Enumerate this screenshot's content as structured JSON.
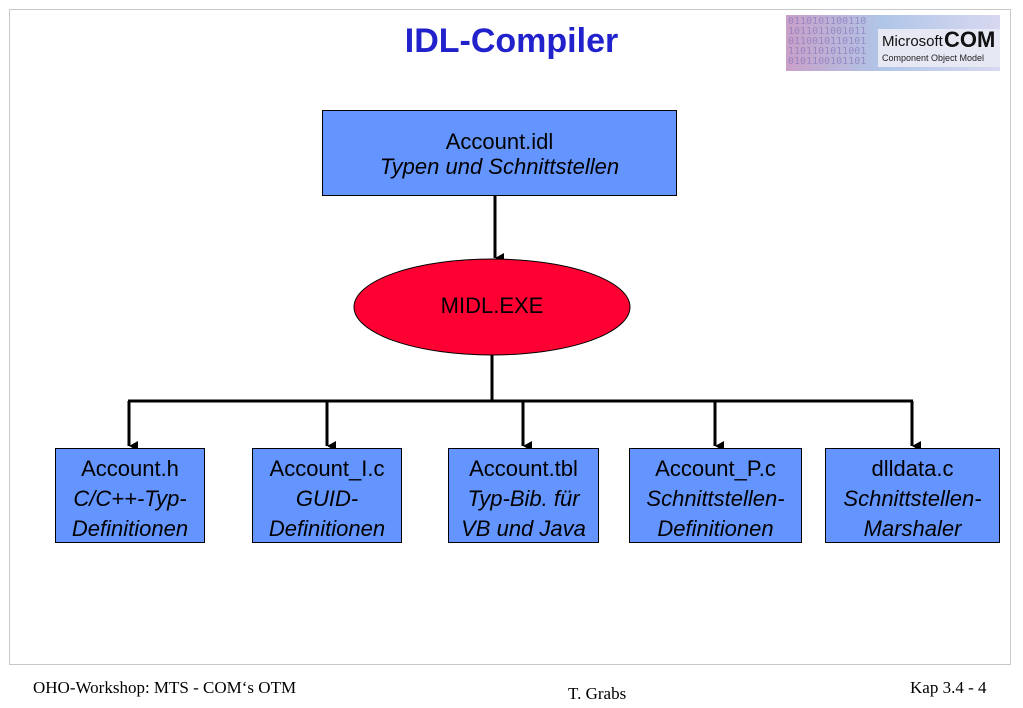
{
  "slide": {
    "title": "IDL-Compiler",
    "logo": {
      "brand": "Microsoft",
      "product": "COM",
      "caption": "Component Object Model"
    }
  },
  "diagram": {
    "source": {
      "name": "Account.idl",
      "description": "Typen und Schnittstellen"
    },
    "compiler": {
      "name": "MIDL.EXE",
      "color": "#ff0033"
    },
    "box_color": "#6495ff",
    "outputs": [
      {
        "name": "Account.h",
        "line1": "C/C++-Typ-",
        "line2": "Definitionen"
      },
      {
        "name": "Account_I.c",
        "line1": "GUID-",
        "line2": "Definitionen"
      },
      {
        "name": "Account.tbl",
        "line1": "Typ-Bib. für",
        "line2": "VB und Java"
      },
      {
        "name": "Account_P.c",
        "line1": "Schnittstellen-",
        "line2": "Definitionen"
      },
      {
        "name": "dlldata.c",
        "line1": "Schnittstellen-",
        "line2": "Marshaler"
      }
    ]
  },
  "footer": {
    "left": "OHO-Workshop: MTS - COM‘s OTM",
    "center": "T. Grabs",
    "right": "Kap 3.4 - 4"
  }
}
